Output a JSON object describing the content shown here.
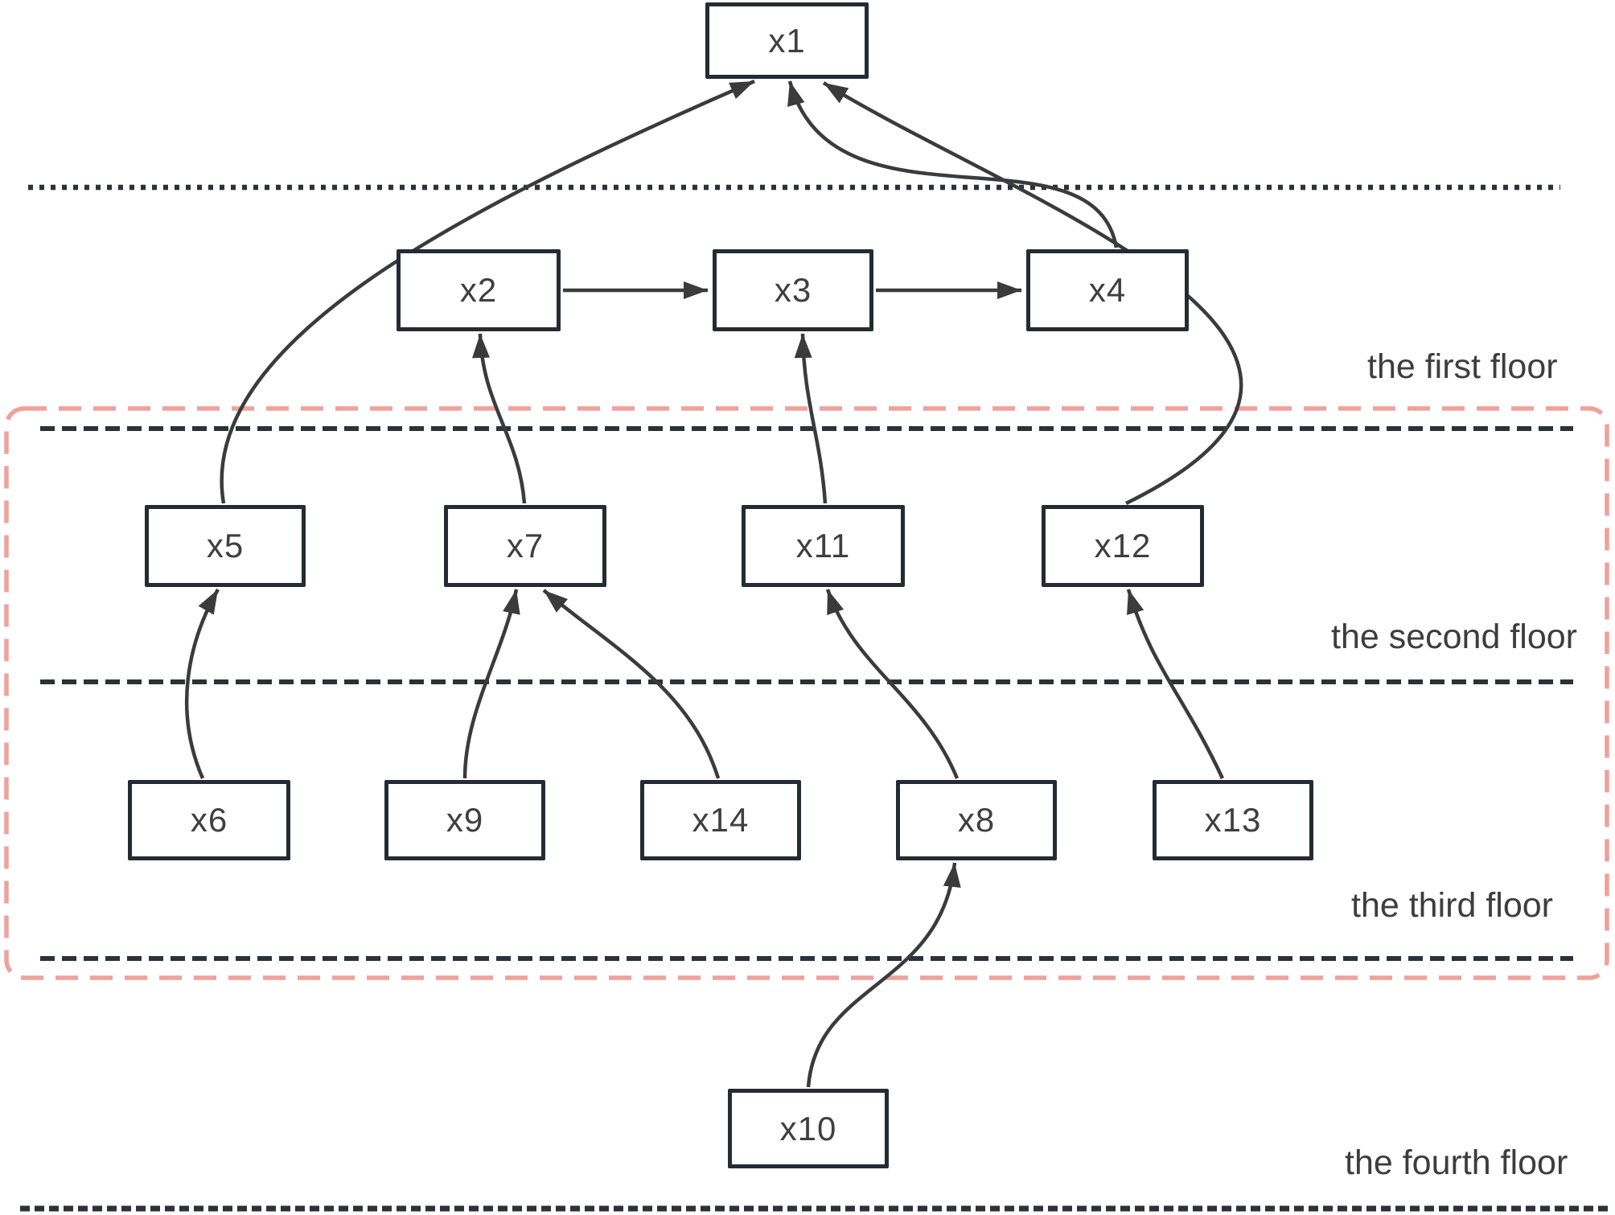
{
  "diagram": {
    "nodes": {
      "x1": {
        "label": "x1"
      },
      "x2": {
        "label": "x2"
      },
      "x3": {
        "label": "x3"
      },
      "x4": {
        "label": "x4"
      },
      "x5": {
        "label": "x5"
      },
      "x6": {
        "label": "x6"
      },
      "x7": {
        "label": "x7"
      },
      "x8": {
        "label": "x8"
      },
      "x9": {
        "label": "x9"
      },
      "x10": {
        "label": "x10"
      },
      "x11": {
        "label": "x11"
      },
      "x12": {
        "label": "x12"
      },
      "x13": {
        "label": "x13"
      },
      "x14": {
        "label": "x14"
      }
    },
    "floors": [
      {
        "label": "the first floor"
      },
      {
        "label": "the second floor"
      },
      {
        "label": "the third floor"
      },
      {
        "label": "the fourth floor"
      }
    ],
    "edges": [
      {
        "from": "x2",
        "to": "x3"
      },
      {
        "from": "x3",
        "to": "x4"
      },
      {
        "from": "x5",
        "to": "x1"
      },
      {
        "from": "x4",
        "to": "x1"
      },
      {
        "from": "x12",
        "to": "x1"
      },
      {
        "from": "x7",
        "to": "x2"
      },
      {
        "from": "x11",
        "to": "x3"
      },
      {
        "from": "x6",
        "to": "x5"
      },
      {
        "from": "x9",
        "to": "x7"
      },
      {
        "from": "x14",
        "to": "x7"
      },
      {
        "from": "x8",
        "to": "x11"
      },
      {
        "from": "x13",
        "to": "x12"
      },
      {
        "from": "x10",
        "to": "x8"
      }
    ],
    "colors": {
      "node_border": "#252b33",
      "edge_stroke": "#3b3b3b",
      "label_text": "#3f3f3f",
      "region_dashed_border": "#f0a19b",
      "floor_divider": "#2c313a"
    }
  }
}
